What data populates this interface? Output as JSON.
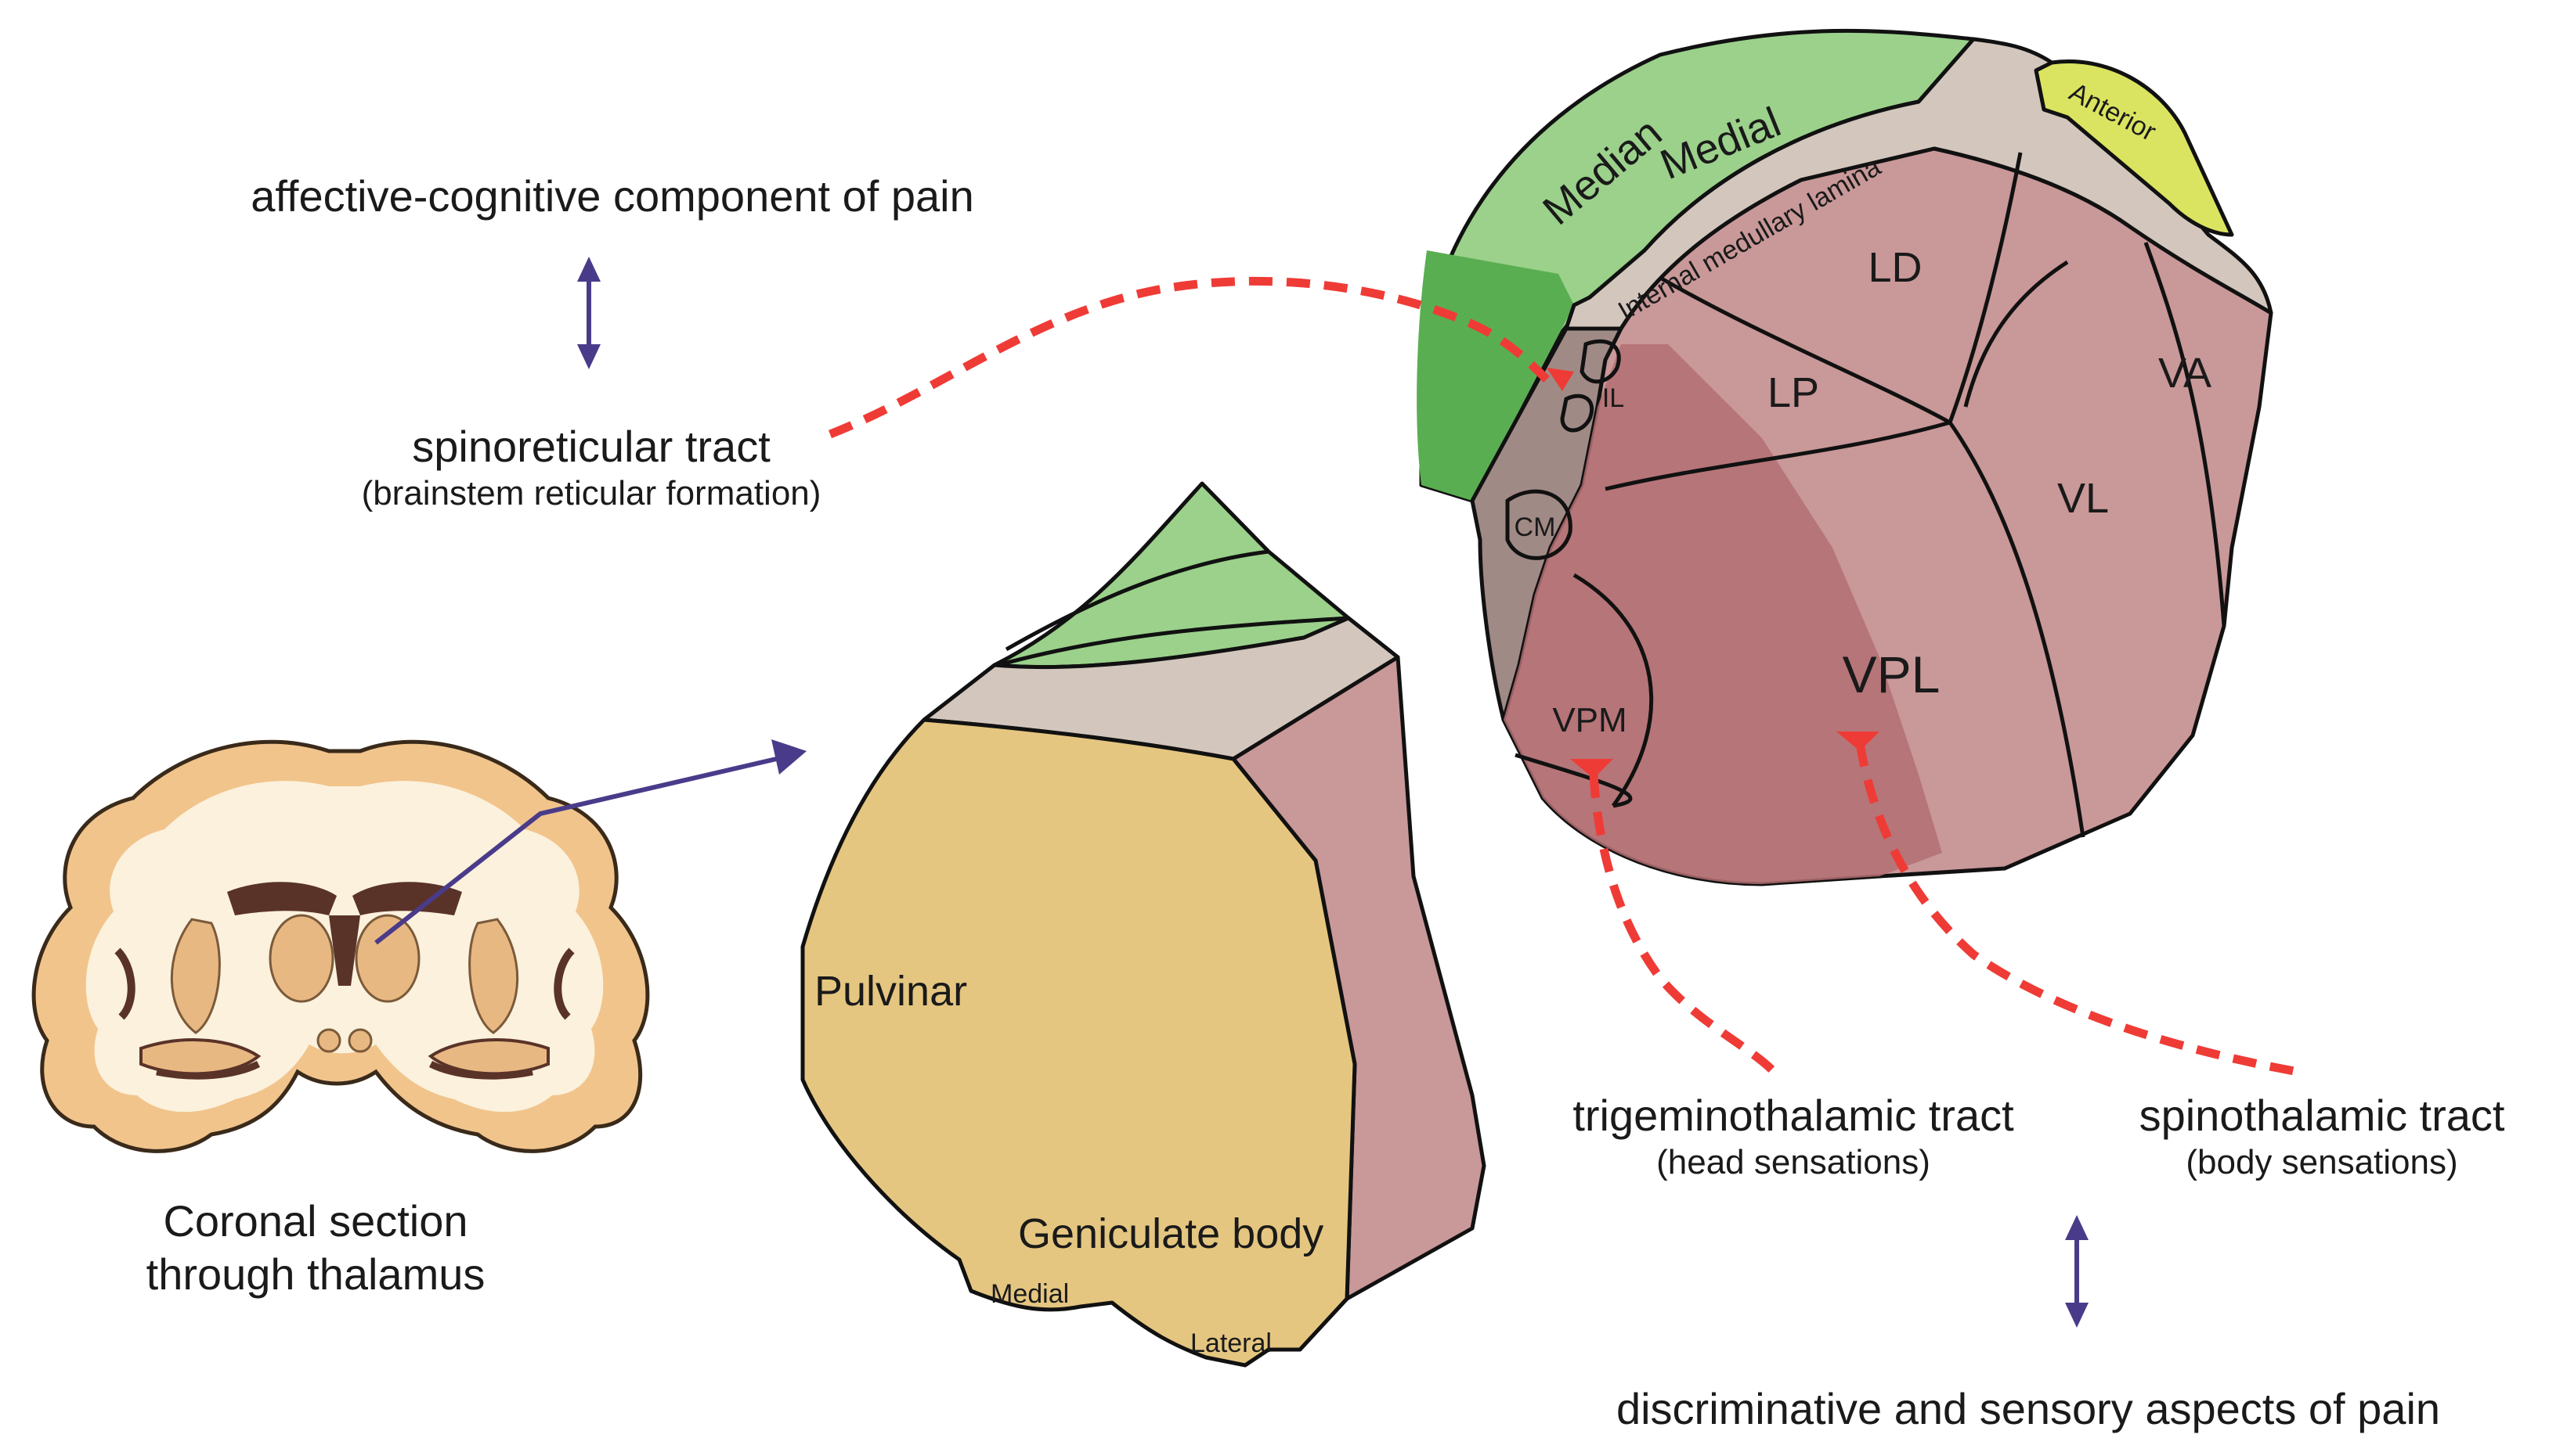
{
  "labels": {
    "affective": "affective-cognitive component of pain",
    "spinoreticular": "spinoreticular tract",
    "spinoreticular_sub": "(brainstem reticular formation)",
    "coronal_line1": "Coronal section",
    "coronal_line2": "through thalamus",
    "trigeminothalamic": "trigeminothalamic tract",
    "trigeminothalamic_sub": "(head sensations)",
    "spinothalamic": "spinothalamic tract",
    "spinothalamic_sub": "(body sensations)",
    "discriminative": "discriminative and sensory aspects of pain"
  },
  "regions": {
    "median": "Median",
    "medial": "Medial",
    "anterior": "Anterior",
    "internal_lamina": "Internal medullary lamina",
    "ld": "LD",
    "lp": "LP",
    "va": "VA",
    "vl": "VL",
    "vpl": "VPL",
    "vpm": "VPM",
    "il": "IL",
    "cm": "CM",
    "pulvinar": "Pulvinar",
    "geniculate": "Geniculate body",
    "geniculate_medial": "Medial",
    "geniculate_lateral": "Lateral"
  },
  "colors": {
    "green_light": "#9bd18b",
    "green_dark": "#5aae52",
    "gray_lamina": "#d3c6bd",
    "gray_dark": "#a08a86",
    "yellow": "#dbe461",
    "pink": "#c99898",
    "pink_dark": "#b36e72",
    "tan": "#e5c680",
    "tract_red": "#ef3b36",
    "arrow_purple": "#4a3b8a"
  }
}
